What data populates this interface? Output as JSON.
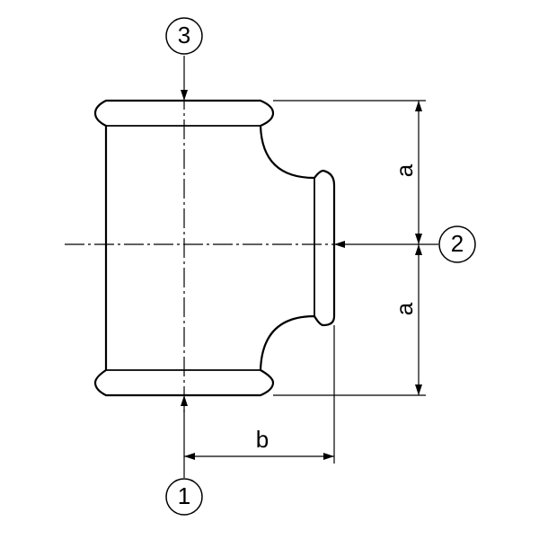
{
  "diagram": {
    "ports": {
      "top": "3",
      "right": "2",
      "bottom": "1"
    },
    "dimensions": {
      "upper_height": "a",
      "lower_height": "a",
      "branch_length": "b"
    }
  }
}
